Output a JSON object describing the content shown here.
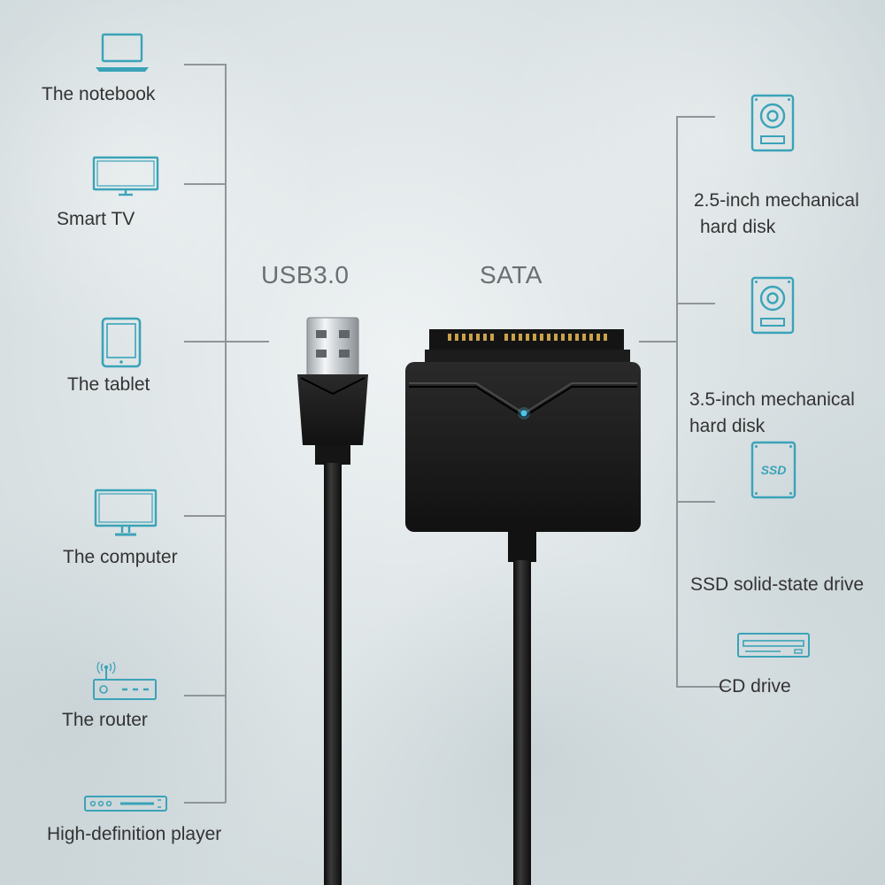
{
  "colors": {
    "accent": "#3aa3b8",
    "line": "#8f9598",
    "text": "#333333",
    "device": "#1a1a1a",
    "led": "#4fc3e8"
  },
  "ports": {
    "usb": "USB3.0",
    "sata": "SATA"
  },
  "left_devices": [
    {
      "label": "The notebook",
      "icon": "laptop-icon"
    },
    {
      "label": "Smart TV",
      "icon": "tv-icon"
    },
    {
      "label": "The tablet",
      "icon": "tablet-icon"
    },
    {
      "label": "The computer",
      "icon": "monitor-icon"
    },
    {
      "label": "The router",
      "icon": "router-icon"
    },
    {
      "label": "High-definition player",
      "icon": "hd-player-icon"
    }
  ],
  "right_devices": [
    {
      "label_line1": "2.5-inch mechanical",
      "label_line2": "hard disk",
      "icon": "hdd-icon"
    },
    {
      "label_line1": "3.5-inch mechanical",
      "label_line2": "hard disk",
      "icon": "hdd-icon"
    },
    {
      "label": "SSD solid-state drive",
      "icon": "ssd-icon",
      "icon_text": "SSD"
    },
    {
      "label": "CD drive",
      "icon": "cd-drive-icon"
    }
  ]
}
